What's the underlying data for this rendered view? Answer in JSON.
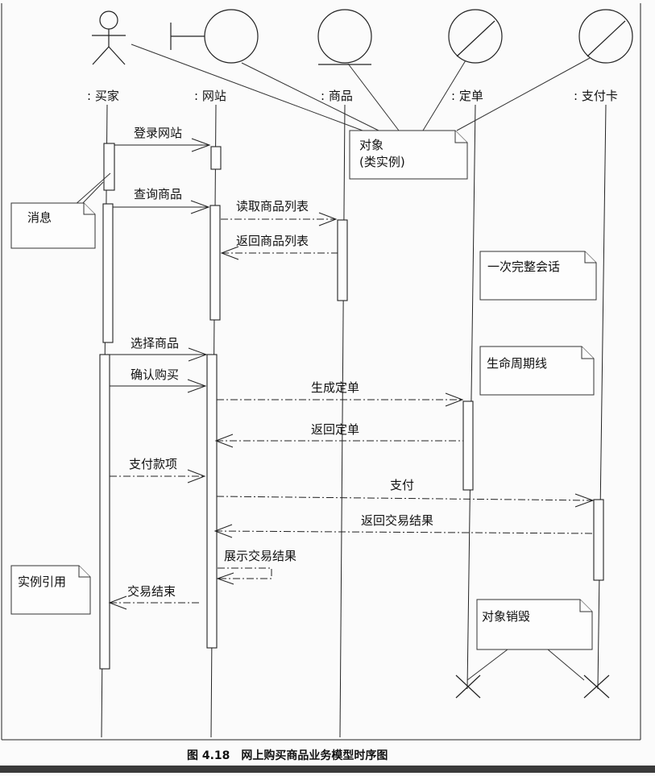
{
  "lifelines": {
    "buyer": ": 买家",
    "website": ": 网站",
    "goods": ": 商品",
    "order": ": 定单",
    "card": ": 支付卡"
  },
  "messages": {
    "login": "登录网站",
    "query": "查询商品",
    "read_list": "读取商品列表",
    "return_list": "返回商品列表",
    "select": "选择商品",
    "confirm": "确认购买",
    "create_order": "生成定单",
    "return_order": "返回定单",
    "pay_item": "支付款项",
    "pay": "支付",
    "return_result": "返回交易结果",
    "show_result": "展示交易结果",
    "end": "交易结束"
  },
  "notes": {
    "object_line1": "对象",
    "object_line2": "(类实例)",
    "message": "消息",
    "session": "一次完整会话",
    "lifeline": "生命周期线",
    "instance_ref": "实例引用",
    "destroy": "对象销毁"
  },
  "caption": "图 4.18　网上购买商品业务模型时序图"
}
